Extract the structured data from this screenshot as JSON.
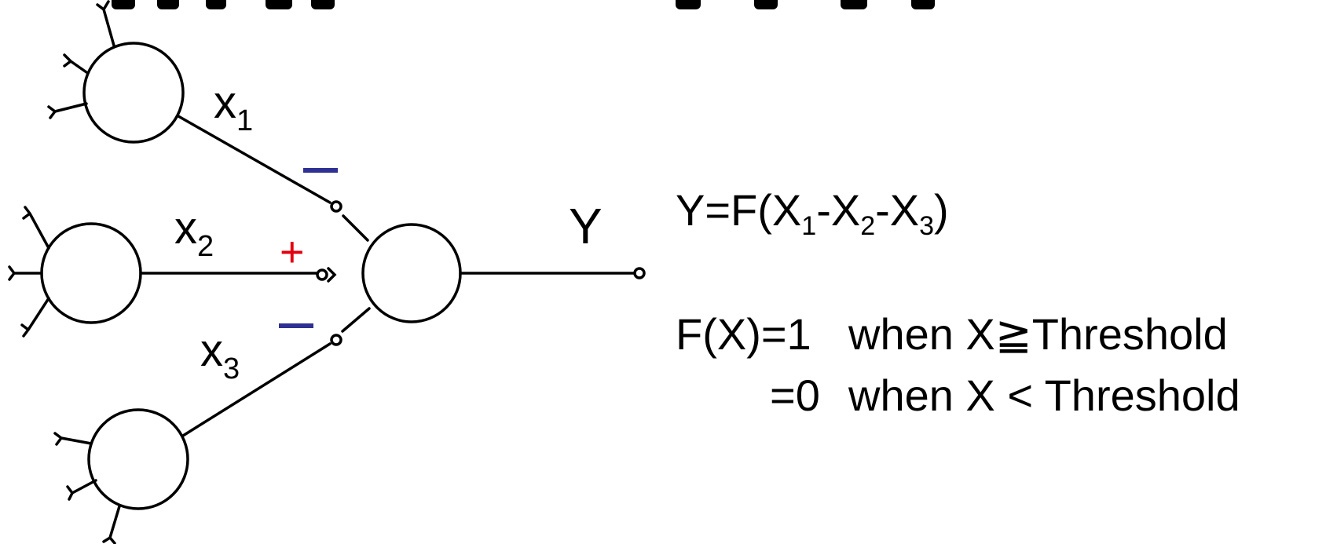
{
  "diagram": {
    "inputs": [
      {
        "var": "x",
        "sub": "1",
        "sign": "−"
      },
      {
        "var": "x",
        "sub": "2",
        "sign": "+"
      },
      {
        "var": "x",
        "sub": "3",
        "sign": "−"
      }
    ],
    "output": "Y",
    "colors": {
      "line": "#000000",
      "negative": "#2e3192",
      "positive": "#e3000f"
    }
  },
  "equations": {
    "main": {
      "prefix": "Y=F(X",
      "s1": "1",
      "m1": "-X",
      "s2": "2",
      "m2": "-X",
      "s3": "3",
      "suffix": ")"
    },
    "f1_left": "F(X)=1",
    "f1_right": "when X≧Threshold",
    "f0_left": "=0",
    "f0_right": "when X < Threshold"
  }
}
